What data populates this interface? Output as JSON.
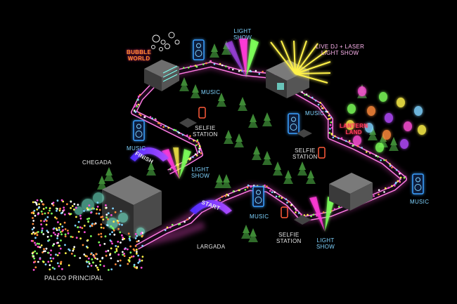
{
  "labels": {
    "bubble_world": [
      "BUBBLE",
      "WORLD"
    ],
    "light_show_top": [
      "LIGHT",
      "SHOW"
    ],
    "live_dj": [
      "LIVE DJ + LASER",
      "LIGHT SHOW"
    ],
    "music_1": "MUSIC",
    "music_2": "MUSIC",
    "music_left": "MUSIC",
    "music_right": "MUSIC",
    "music_bottom": "MUSIC",
    "selfie_1": [
      "SELFIE",
      "STATION"
    ],
    "selfie_2": [
      "SELFIE",
      "STATION"
    ],
    "selfie_3": [
      "SELFIE",
      "STATION"
    ],
    "lantern_land": [
      "LANTERN",
      "LAND"
    ],
    "chegada": "CHEGADA",
    "finish": "FINISH",
    "start": "START",
    "light_show_mid": [
      "LIGHT",
      "SHOW"
    ],
    "light_show_bottom": [
      "LIGHT",
      "SHOW"
    ],
    "largada": "LARGADA",
    "palco_principal": "PALCO PRINCIPAL"
  },
  "colors": {
    "track": "#ff4fd8",
    "track_inner": "#1a0a1a",
    "label_blue": "#7fd3ff",
    "speaker": "#3aa0ff",
    "selfie": "#ff5a3a",
    "laser_pink": "#ff3bd8",
    "laser_green": "#7dff5a",
    "laser_yellow": "#fff24a",
    "tree": "#2f6b2a",
    "arch": "#7a3bff"
  },
  "icons": [
    "speaker-icon",
    "selfie-phone-icon",
    "laser-icon",
    "tree-icon",
    "stage-icon",
    "lantern-icon",
    "bubble-icon",
    "tent-icon",
    "arch-icon"
  ]
}
